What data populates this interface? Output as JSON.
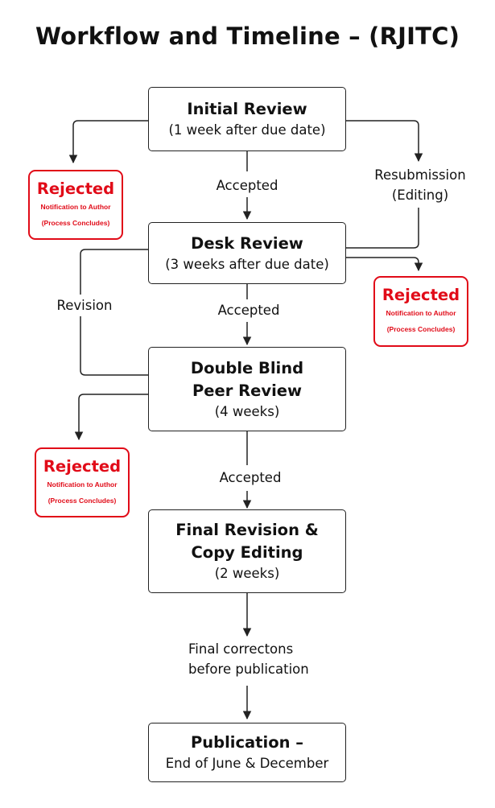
{
  "title": "Workflow and Timeline – (RJITC)",
  "boxes": {
    "initial_review": {
      "title": "Initial Review",
      "subtitle": "(1 week after due date)"
    },
    "desk_review": {
      "title": "Desk Review",
      "subtitle": "(3 weeks after due date)"
    },
    "peer_review": {
      "title_line1": "Double Blind",
      "title_line2": "Peer Review",
      "subtitle": "(4 weeks)"
    },
    "final_revision": {
      "title_line1": "Final Revision &",
      "title_line2": "Copy Editing",
      "subtitle": "(2 weeks)"
    },
    "publication": {
      "title": "Publication –",
      "subtitle": "End of June & December"
    }
  },
  "labels": {
    "accepted_1": "Accepted",
    "accepted_2": "Accepted",
    "accepted_3": "Accepted",
    "resubmission_line1": "Resubmission",
    "resubmission_line2": "(Editing)",
    "revision": "Revision",
    "final_corrections_line1": "Final correctons",
    "final_corrections_line2": "before publication"
  },
  "rejected": {
    "title": "Rejected",
    "line1": "Notification to Author",
    "line2": "(Process Concludes)",
    "color": "#e10b18"
  }
}
